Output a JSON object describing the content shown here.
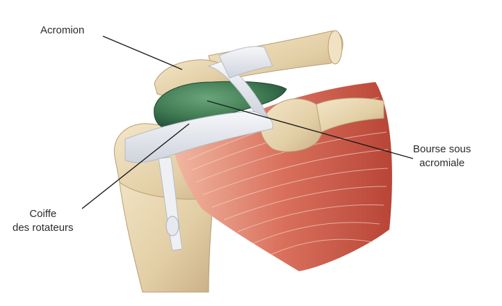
{
  "diagram": {
    "labels": {
      "acromion": "Acromion",
      "bourse_line1": "Bourse sous",
      "bourse_line2": "acromiale",
      "coiffe_line1": "Coiffe",
      "coiffe_line2": "des rotateurs"
    },
    "colors": {
      "bone": "#ead7b3",
      "bone_shadow": "#c9ae86",
      "bursa": "#3f7a52",
      "tendon": "#e6e8ee",
      "muscle": "#c9584a",
      "muscle_light": "#e9a690",
      "leader_line": "#1a1a1a"
    }
  }
}
